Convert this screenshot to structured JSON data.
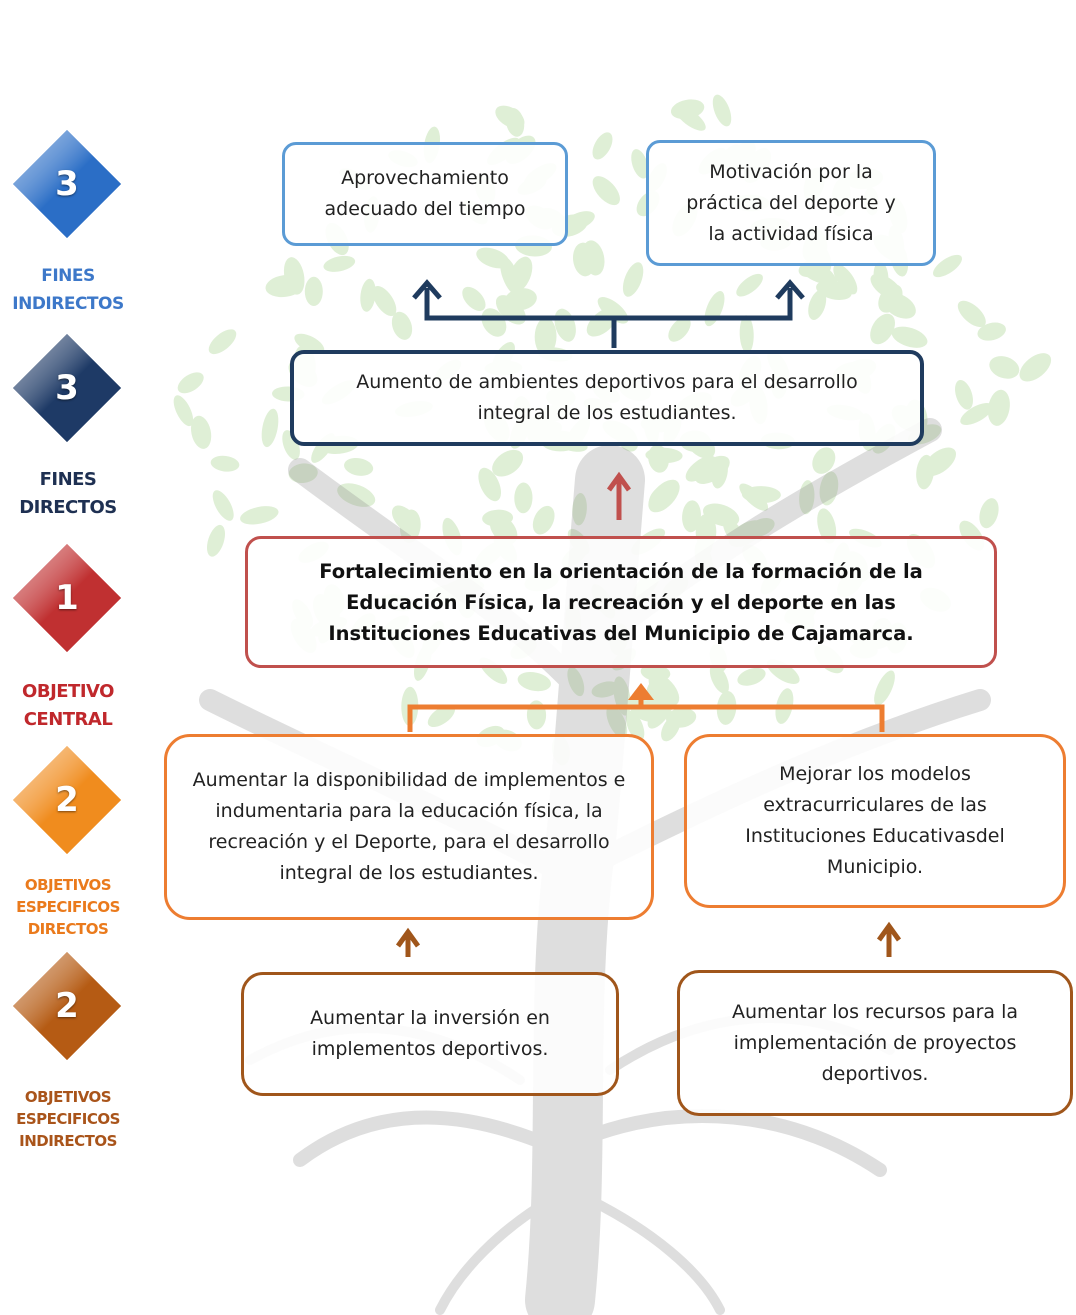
{
  "legend": [
    {
      "num": "3",
      "label": "FINES INDIRECTOS",
      "color": "#2b6ec6",
      "label_color": "#3d78c9"
    },
    {
      "num": "3",
      "label": "FINES DIRECTOS",
      "color": "#1e3a66",
      "label_color": "#1e3052"
    },
    {
      "num": "1",
      "label": "OBJETIVO CENTRAL",
      "color": "#c03031",
      "label_color": "#c0282c"
    },
    {
      "num": "2",
      "label": "OBJETIVOS ESPECIFICOS DIRECTOS",
      "color": "#f08c1e",
      "label_color": "#ea7a1c"
    },
    {
      "num": "2",
      "label": "OBJETIVOS ESPECIFICOS INDIRECTOS",
      "color": "#b55b14",
      "label_color": "#a9541a"
    }
  ],
  "boxes": {
    "fin_indirecto_1": "Aprovechamiento adecuado del tiempo",
    "fin_indirecto_2": "Motivación por la práctica del deporte y la actividad física",
    "fin_directo": "Aumento de ambientes deportivos para el desarrollo integral de los estudiantes.",
    "objetivo_central": "Fortalecimiento en la orientación de la formación de la Educación Física, la recreación y el deporte en las Instituciones Educativas del Municipio de Cajamarca.",
    "especifico_directo_1": "Aumentar la disponibilidad de implementos e indumentaria para la educación física, la recreación y el Deporte, para el desarrollo integral de los estudiantes.",
    "especifico_directo_2": "Mejorar los modelos extracurriculares de las Instituciones Educativasdel Municipio.",
    "especifico_indirecto_1": "Aumentar la inversión en implementos deportivos.",
    "especifico_indirecto_2": "Aumentar los recursos para la implementación de proyectos deportivos."
  },
  "colors": {
    "light_blue": "#5b9bd5",
    "dark_blue": "#1f3b5e",
    "red": "#c0504d",
    "orange": "#ed7d31",
    "brown": "#a0561b"
  }
}
